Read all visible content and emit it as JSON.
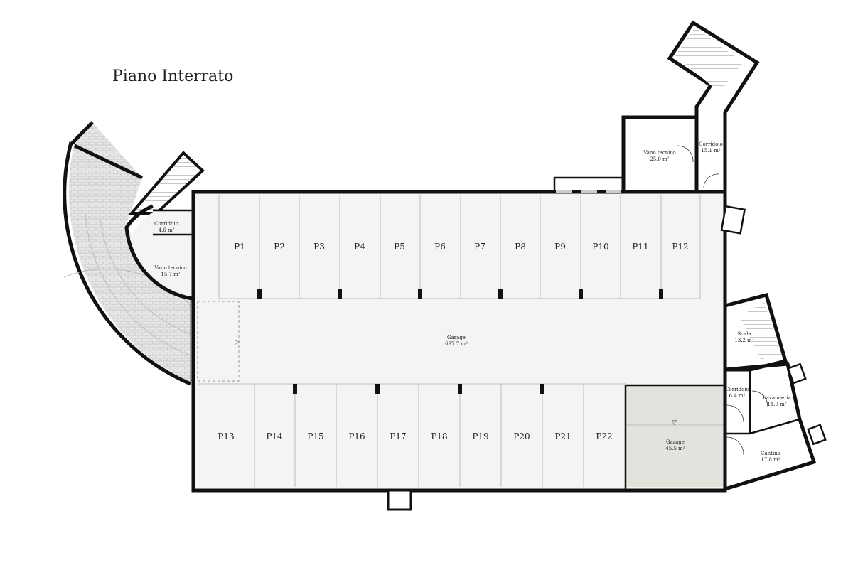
{
  "floor_title": "Piano Interrato",
  "parking_top": [
    "P1",
    "P2",
    "P3",
    "P4",
    "P5",
    "P6",
    "P7",
    "P8",
    "P9",
    "P10",
    "P11",
    "P12"
  ],
  "parking_bottom": [
    "P13",
    "P14",
    "P15",
    "P16",
    "P17",
    "P18",
    "P19",
    "P20",
    "P21",
    "P22"
  ],
  "rooms": {
    "garage_main": {
      "name": "Garage",
      "area": "697.7 m²"
    },
    "garage_small": {
      "name": "Garage",
      "area": "45.5 m²"
    },
    "vano_tecnico_left": {
      "name": "Vano tecnico",
      "area": "15.7 m²"
    },
    "corridoio_left": {
      "name": "Corridoio",
      "area": "4.6 m²"
    },
    "vano_tecnico_top": {
      "name": "Vano tecnico",
      "area": "25.0 m²"
    },
    "corridoio_top": {
      "name": "Corridoio",
      "area": "15.1 m²"
    },
    "scala": {
      "name": "Scala",
      "area": "13.2 m²"
    },
    "corridoio_right": {
      "name": "Corridoio",
      "area": "6.4 m²"
    },
    "lavanderia": {
      "name": "Lavanderia",
      "area": "11.9 m²"
    },
    "cantina": {
      "name": "Cantina",
      "area": "17.8 m²"
    }
  },
  "colors": {
    "wall": "#111111",
    "floor": "#f4f4f2",
    "garage_small_fill": "#e3e2dc",
    "paving": "#d9d9d9"
  }
}
